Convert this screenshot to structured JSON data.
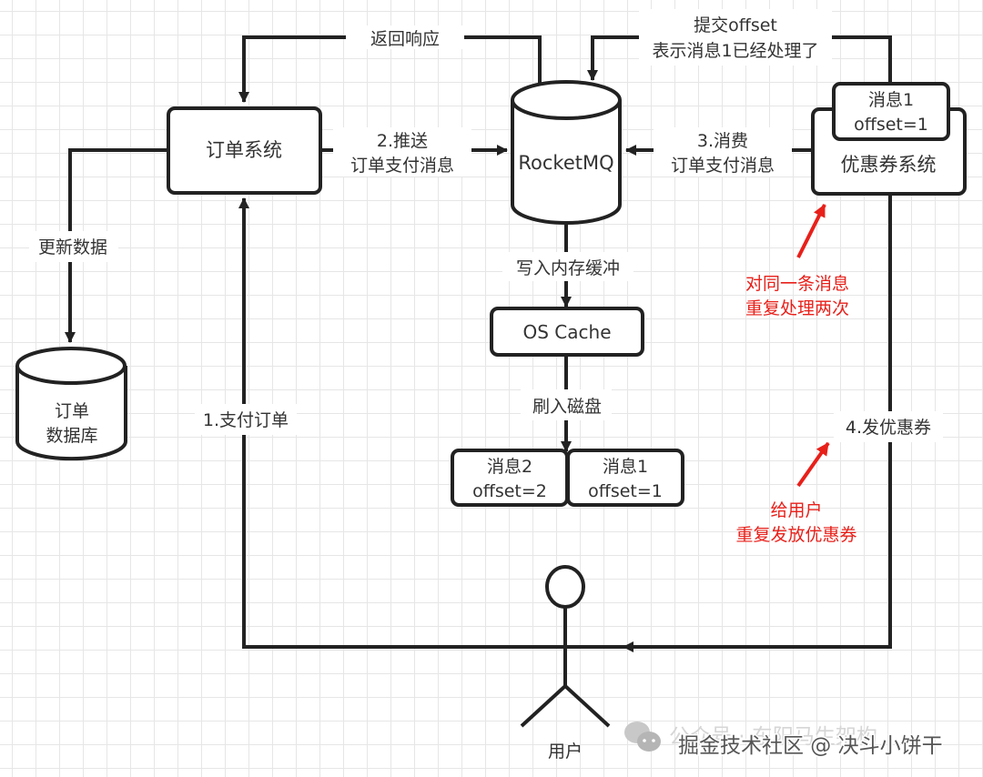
{
  "nodes": {
    "order_system": "订单系统",
    "rocketmq": "RocketMQ",
    "coupon_system": "优惠券系统",
    "coupon_msg": {
      "line1": "消息1",
      "line2": "offset=1"
    },
    "os_cache": "OS Cache",
    "order_db": {
      "line1": "订单",
      "line2": "数据库"
    },
    "disk_msg2": {
      "line1": "消息2",
      "line2": "offset=2"
    },
    "disk_msg1": {
      "line1": "消息1",
      "line2": "offset=1"
    },
    "user": "用户"
  },
  "edges": {
    "return_response": "返回响应",
    "push": {
      "line1": "2.推送",
      "line2": "订单支付消息"
    },
    "consume": {
      "line1": "3.消费",
      "line2": "订单支付消息"
    },
    "commit_offset": {
      "line1": "提交offset",
      "line2": "表示消息1已经处理了"
    },
    "update_data": "更新数据",
    "pay_order": "1.支付订单",
    "write_cache": "写入内存缓冲",
    "flush_disk": "刷入磁盘",
    "send_coupon": "4.发优惠券"
  },
  "annotations": {
    "duplicate_process": {
      "line1": "对同一条消息",
      "line2": "重复处理两次"
    },
    "duplicate_coupon": {
      "line1": "给用户",
      "line2": "重复发放优惠券"
    }
  },
  "colors": {
    "stroke": "#222222",
    "text": "#333333",
    "annotation": "#e8201a"
  },
  "watermark": {
    "back": "公众号 · 东阳马生架构",
    "front": "掘金技术社区 @ 决斗小饼干"
  }
}
